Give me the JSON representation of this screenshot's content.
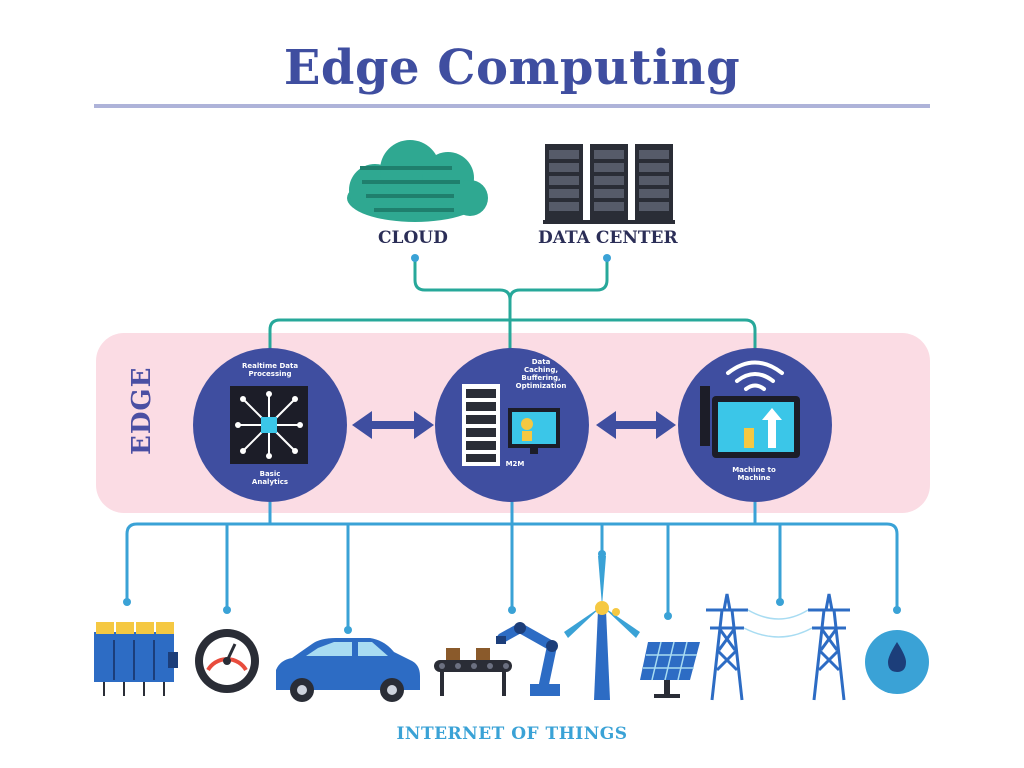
{
  "title": "Edge Computing",
  "cloud_label": "CLOUD",
  "datacenter_label": "DATA CENTER",
  "edge_label": "EDGE",
  "iot_label": "INTERNET OF THINGS",
  "edge_nodes": [
    {
      "top_caption": "Realtime Data\nProcessing",
      "bottom_caption": "Basic\nAnalytics"
    },
    {
      "top_caption": "Data\nCaching,\nBuffering,\nOptimization",
      "bottom_caption": "M2M"
    },
    {
      "top_caption": "",
      "bottom_caption": "Machine to\nMachine"
    }
  ],
  "colors": {
    "title": "#3f4ea0",
    "node": "#3f4ea0",
    "edge_band": "#fbdce4",
    "connector": "#27a89a",
    "iot_line": "#3aa2d6",
    "cloud": "#2fa891"
  },
  "iot_devices": [
    "battery-bank-icon",
    "gauge-icon",
    "car-icon",
    "robot-arm-conveyor-icon",
    "wind-turbine-icon",
    "solar-panel-icon",
    "power-tower-icon",
    "power-tower-icon",
    "water-drop-icon"
  ]
}
